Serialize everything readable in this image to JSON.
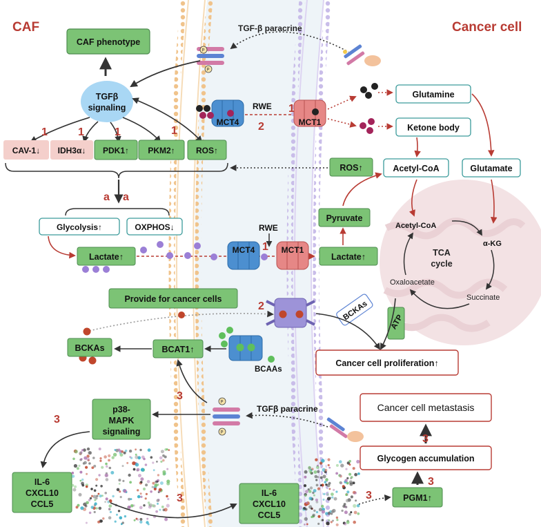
{
  "colors": {
    "green_fill": "#7cc375",
    "green_stroke": "#4d8b4f",
    "pink_fill": "#f4cfcb",
    "red_accent": "#b83b33",
    "blue_signal": "#a9d7f4",
    "teal_box": "#3a9a9a",
    "caf_membrane": "#f0c38b",
    "cancer_membrane": "#c3b7e6",
    "mito": "#f3e2e4"
  },
  "labels": {
    "caf_title": "CAF",
    "cancer_title": "Cancer cell",
    "tgf_paracrine_top": "TGF-β paracrine",
    "tgf_paracrine_bottom": "TGFβ paracrine",
    "tgf_signaling_line1": "TGFβ",
    "tgf_signaling_line2": "signaling",
    "caf_phenotype": "CAF phenotype",
    "cav1": "CAV-1↓",
    "idh3a": "IDH3α↓",
    "pdk1": "PDK1↑",
    "pkm2": "PKM2↑",
    "ros_caf": "ROS↑",
    "ros_cancer": "ROS↑",
    "glycolysis": "Glycolysis↑",
    "oxphos": "OXPHOS↓",
    "lactate_caf": "Lactate↑",
    "lactate_cancer": "Lactate↑",
    "pyruvate": "Pyruvate",
    "mct4_top": "MCT4",
    "mct1_top": "MCT1",
    "mct4_mid": "MCT4",
    "mct1_mid": "MCT1",
    "rwe_top": "RWE",
    "rwe_mid": "RWE",
    "glutamine": "Glutamine",
    "ketone_body": "Ketone body",
    "acetyl_coa": "Acetyl-CoA",
    "acetyl_coa_mito": "Acetyl-CoA",
    "glutamate": "Glutamate",
    "akg": "α-KG",
    "tca_line1": "TCA",
    "tca_line2": "cycle",
    "oxaloacetate": "Oxaloacetate",
    "succinate": "Succinate",
    "atp": "ATP",
    "bckas_cancer": "BCKAs",
    "provide": "Provide for cancer cells",
    "bckas_caf": "BCKAs",
    "bcat1": "BCAT1↑",
    "bcaas": "BCAAs",
    "proliferation": "Cancer cell proliferation↑",
    "p38_line1": "p38-",
    "p38_line2": "MAPK",
    "p38_line3": "signaling",
    "il6_caf_1": "IL-6",
    "il6_caf_2": "CXCL10",
    "il6_caf_3": "CCL5",
    "il6_c_1": "IL-6",
    "il6_c_2": "CXCL10",
    "il6_c_3": "CCL5",
    "metastasis": "Cancer cell metastasis",
    "glycogen": "Glycogen accumulation",
    "pgm1": "PGM1↑",
    "num_1a": "1",
    "num_1b": "1",
    "num_1c": "1",
    "num_1d": "1",
    "num_a1": "a",
    "num_a2": "a",
    "num_2top": "2",
    "num_1mct": "1",
    "num_1mid": "1",
    "num_2mid": "2",
    "num_3a": "3",
    "num_3b": "3",
    "num_3c": "3",
    "num_3d": "3",
    "num_3e": "3",
    "num_3f": "3",
    "p_mark_1": "P",
    "p_mark_2": "P",
    "p_mark_3": "P",
    "p_mark_4": "P"
  }
}
